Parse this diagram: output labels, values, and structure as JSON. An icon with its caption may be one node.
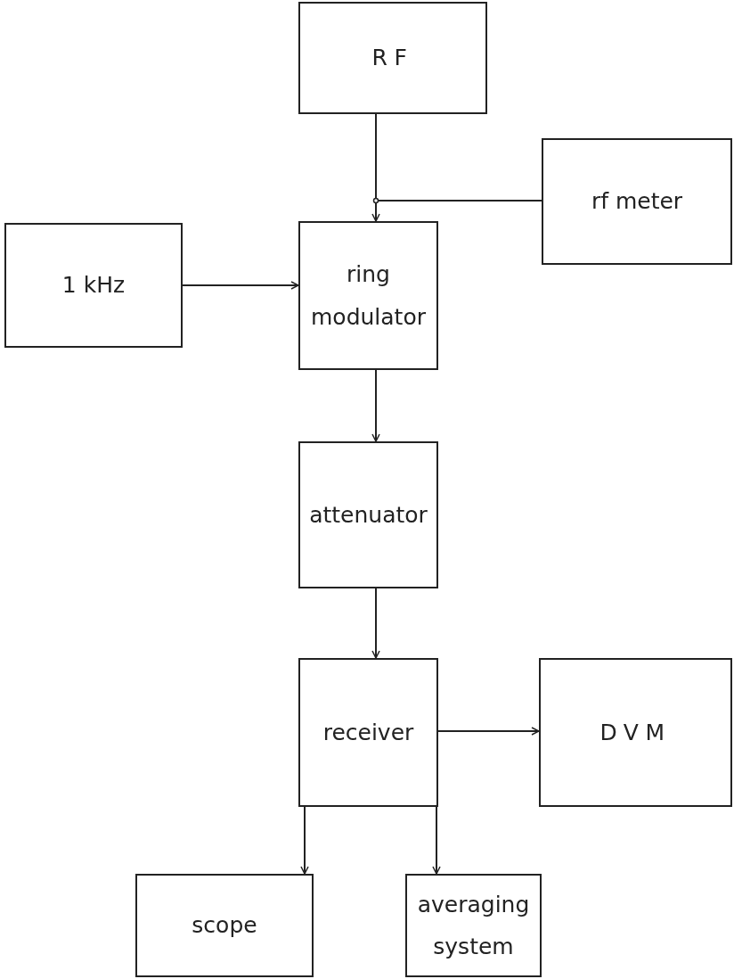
{
  "diagram": {
    "nodes": [
      {
        "text": [
          "RF"
        ]
      },
      {
        "text": [
          "rf meter"
        ]
      },
      {
        "text": [
          "1 kHz"
        ]
      },
      {
        "text": [
          "ring modulator"
        ]
      },
      {
        "text": [
          "attenuator"
        ]
      },
      {
        "text": [
          "receiver"
        ]
      },
      {
        "text": [
          "DVM"
        ]
      },
      {
        "text": [
          "scope"
        ]
      },
      {
        "text": [
          "averaging system"
        ]
      }
    ],
    "edges": [
      {
        "from": 0,
        "to": 3,
        "arrow": "to"
      },
      {
        "from": 0,
        "to": 1,
        "arrow": "none"
      },
      {
        "from": 2,
        "to": 3,
        "arrow": "to"
      },
      {
        "from": 3,
        "to": 4,
        "arrow": "to"
      },
      {
        "from": 4,
        "to": 5,
        "arrow": "to"
      },
      {
        "from": 5,
        "to": 6,
        "arrow": "to"
      },
      {
        "from": 5,
        "to": 7,
        "arrow": "to"
      },
      {
        "from": 5,
        "to": 8,
        "arrow": "to"
      }
    ]
  }
}
